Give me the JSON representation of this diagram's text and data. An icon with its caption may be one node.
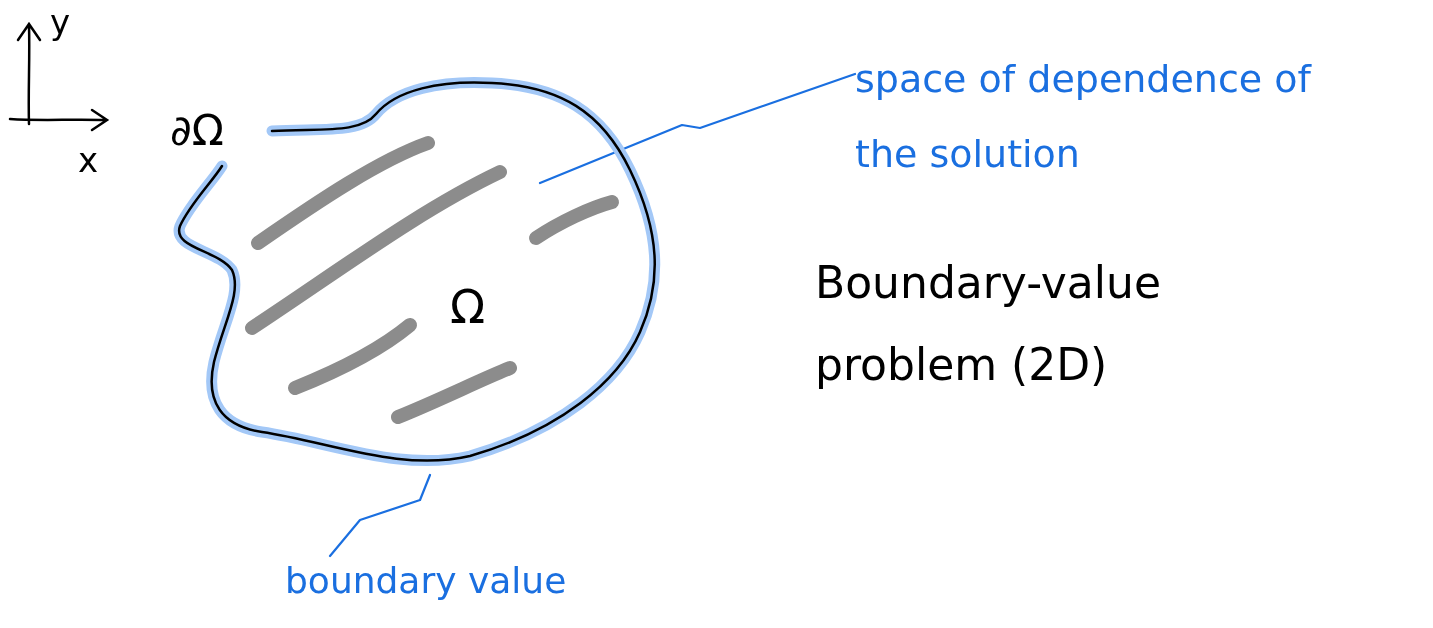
{
  "diagram": {
    "nodes": [
      {
        "text": [
          "Ω"
        ]
      },
      {
        "text": [
          "space of dependence of the solution"
        ]
      },
      {
        "text": [
          "boundary value"
        ]
      }
    ],
    "edges": [
      {
        "from": 1,
        "to": 0,
        "arrow": "none"
      },
      {
        "from": 2,
        "to": 0,
        "arrow": "none"
      }
    ],
    "labels": [
      "y",
      "∂Ω",
      "x",
      "Boundary-value problem (2D)"
    ]
  }
}
